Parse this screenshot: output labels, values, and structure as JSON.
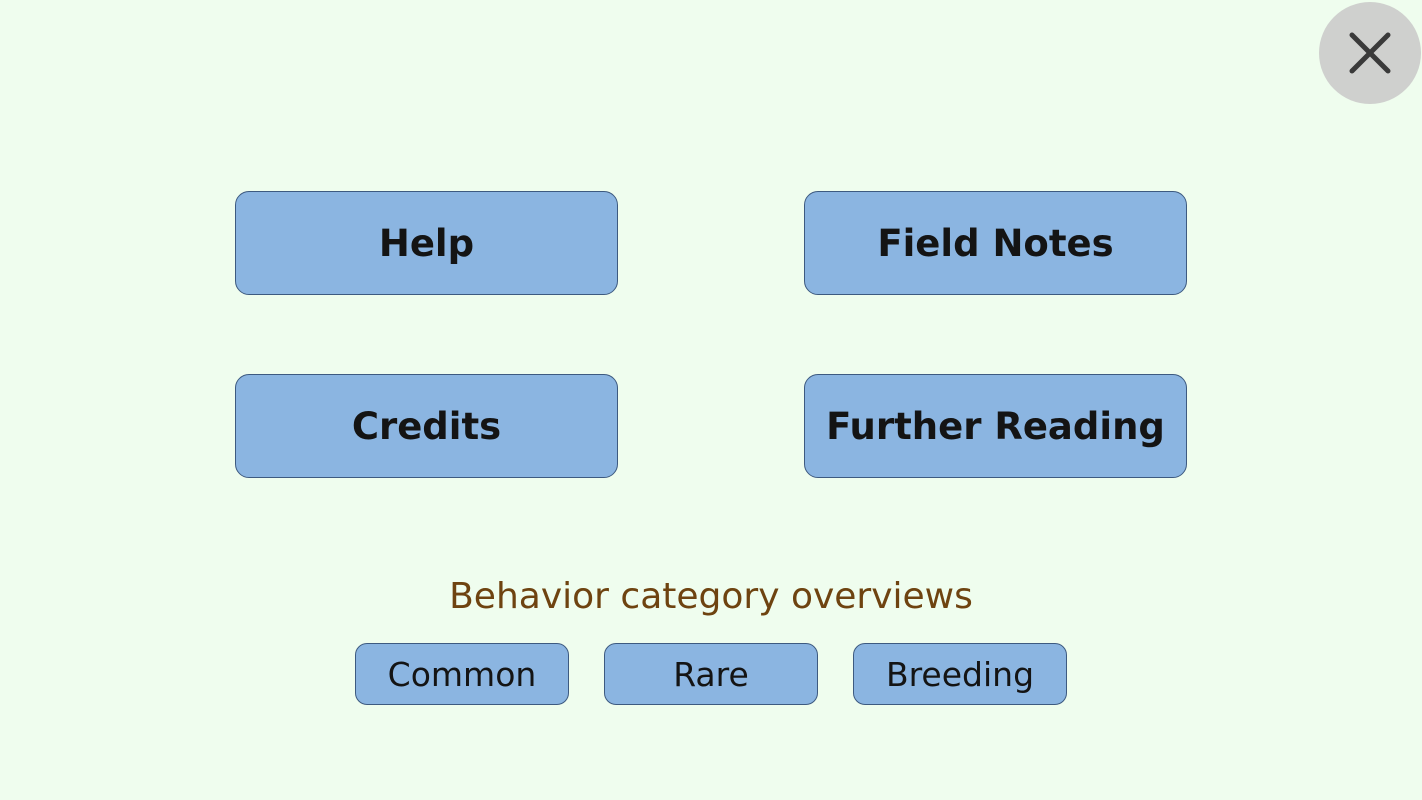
{
  "close": {
    "icon": "close-icon"
  },
  "menu": {
    "help_label": "Help",
    "field_notes_label": "Field Notes",
    "credits_label": "Credits",
    "further_reading_label": "Further Reading"
  },
  "overviews": {
    "title": "Behavior category overviews",
    "common_label": "Common",
    "rare_label": "Rare",
    "breeding_label": "Breeding"
  },
  "colors": {
    "background": "#effdee",
    "button_fill": "#8bb5e1",
    "title_text": "#6e4310",
    "close_circle": "#cfd0ce"
  }
}
